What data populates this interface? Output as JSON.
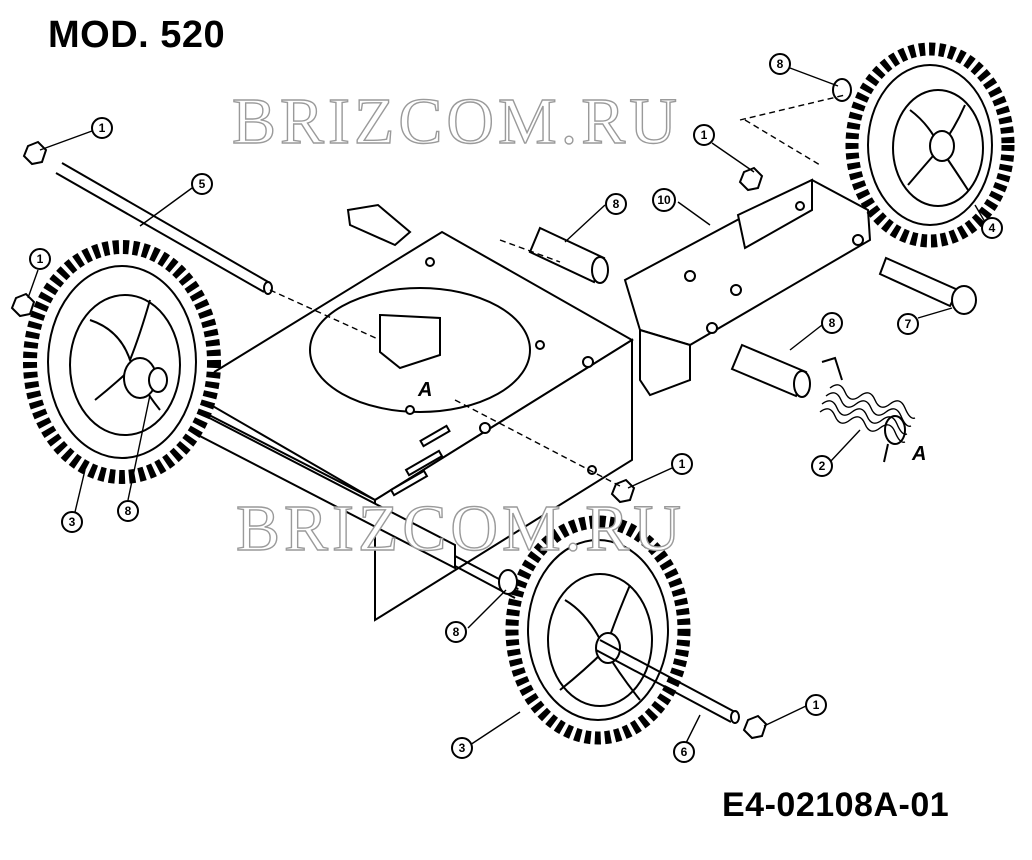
{
  "model_label": "MOD. 520",
  "drawing_code": "E4-02108A-01",
  "watermark": "BRIZCOM.RU",
  "reference_mark": "A",
  "callouts": [
    "1",
    "1",
    "1",
    "1",
    "1",
    "2",
    "3",
    "3",
    "4",
    "5",
    "6",
    "7",
    "8",
    "8",
    "8",
    "8",
    "8",
    "10"
  ]
}
